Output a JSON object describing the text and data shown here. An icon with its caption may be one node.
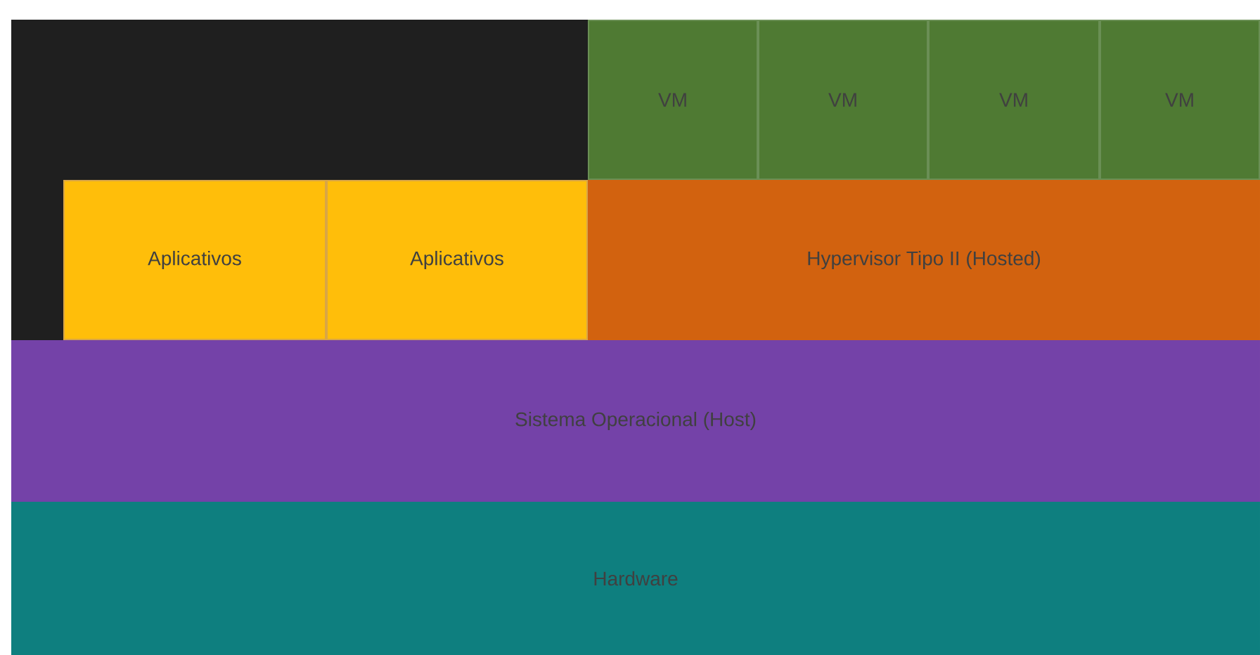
{
  "diagram": {
    "nodes": [
      {
        "text": [
          "VM"
        ]
      },
      {
        "text": [
          "VM"
        ]
      },
      {
        "text": [
          "VM"
        ]
      },
      {
        "text": [
          "VM"
        ]
      },
      {
        "text": [
          "Aplicativos"
        ]
      },
      {
        "text": [
          "Aplicativos"
        ]
      },
      {
        "text": [
          "Hypervisor Tipo II (Hosted)"
        ]
      },
      {
        "text": [
          "Sistema Operacional (Host)"
        ]
      },
      {
        "text": [
          "Hardware"
        ]
      }
    ]
  }
}
